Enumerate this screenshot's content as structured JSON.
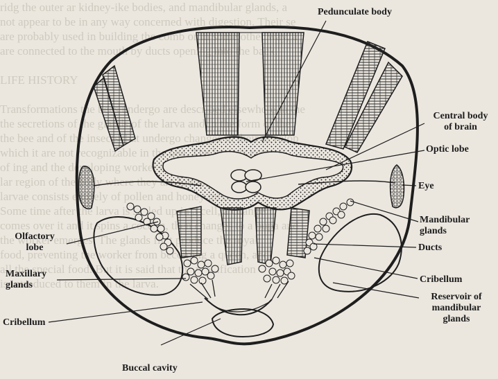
{
  "figure": {
    "labels": {
      "pedunculate_body": "Pedunculate body",
      "central_body_line1": "Central body",
      "central_body_line2": "of brain",
      "optic_lobe": "Optic lobe",
      "eye": "Eye",
      "mandibular_glands_line1": "Mandibular",
      "mandibular_glands_line2": "glands",
      "ducts": "Ducts",
      "cribellum_right": "Cribellum",
      "reservoir_line1": "Reservoir of",
      "reservoir_line2": "mandibular",
      "reservoir_line3": "glands",
      "olfactory_line1": "Olfactory",
      "olfactory_line2": "lobe",
      "maxillary_line1": "Maxillary",
      "maxillary_line2": "glands",
      "cribellum_left": "Cribellum",
      "buccal_cavity": "Buccal cavity"
    },
    "background_text": [
      "ridg the outer ar kidney-ike bodies, and mandibular glands, a",
      "not appear to be in any way concerned with digestion. Their se",
      "are probably used in building the comb or in some other way, a",
      "are connected to the mouth by ducts opening into the back.",
      "",
      "LIFE HISTORY",
      "",
      "Transformations the bees undergo are described elsewhere in the",
      "the secretions of the glands of the larva and in the form of the",
      "the bee and of the insects that undergo changes in their develop",
      "which it are not recognizable in the bee. The larva is compo",
      "of ing and the developing worker or queen. The parts of the head",
      "lar region of the body where they are found. Food given",
      "larvae consists entirely of pollen and honey mixed.",
      "Some time after the larva is sealed up in a cell, a change",
      "comes over it and it spins a cocoon, then changes to a pupa and",
      "the worker emerges. The glands first produce the royal",
      "food, preventing the worker from becoming a queen, and",
      "all the special food. But it is said that the modification",
      "is introduced to them in the larva."
    ]
  }
}
